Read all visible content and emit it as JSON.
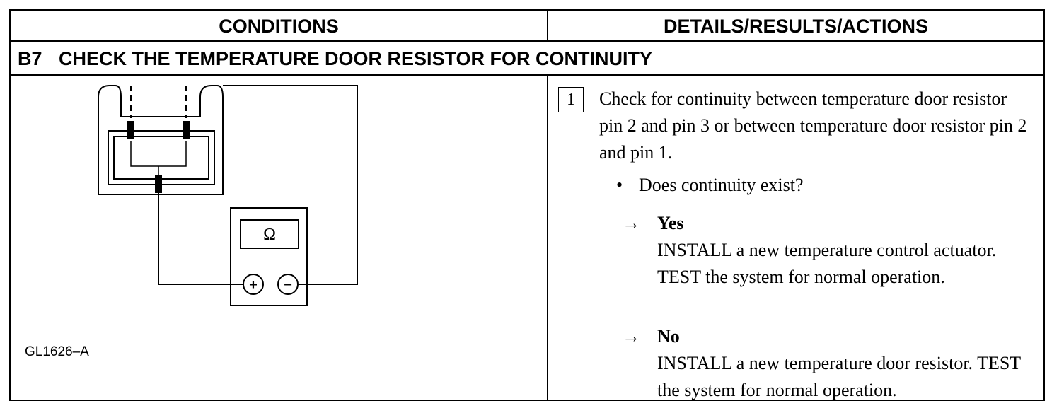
{
  "header": {
    "conditions": "CONDITIONS",
    "details": "DETAILS/RESULTS/ACTIONS"
  },
  "step": {
    "code": "B7",
    "title": "CHECK THE TEMPERATURE DOOR RESISTOR FOR CONTINUITY"
  },
  "figure": {
    "label": "GL1626–A",
    "meter_symbol": "Ω",
    "plus_terminal": "+",
    "minus_terminal": "−"
  },
  "action": {
    "number": "1",
    "instruction": "Check for continuity between temperature door resistor pin 2 and pin 3 or between temperature door resistor pin 2 and pin 1.",
    "bullet_symbol": "•",
    "question": "Does continuity exist?",
    "arrow_symbol": "→",
    "yes": {
      "label": "Yes",
      "text": "INSTALL a new temperature control actuator. TEST the system for normal operation."
    },
    "no": {
      "label": "No",
      "text": "INSTALL a new temperature door resistor. TEST the system for normal operation."
    }
  }
}
